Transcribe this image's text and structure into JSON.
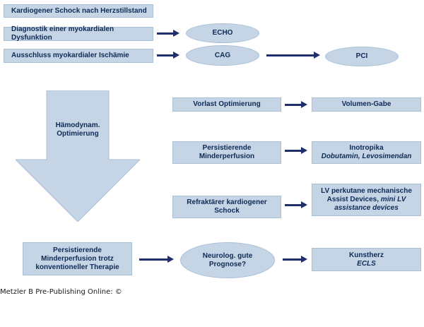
{
  "nodes": {
    "title": "Kardiogener Schock nach Herzstillstand",
    "diagnostik": "Diagnostik einer myokardialen Dysfunktion",
    "ausschluss": "Ausschluss myokardialer Ischämie",
    "echo": "ECHO",
    "cag": "CAG",
    "pci": "PCI",
    "haemodynam": [
      "Hämodynam.",
      "Optimierung"
    ],
    "vorlast": "Vorlast Optimierung",
    "volumen": "Volumen-Gabe",
    "persistierende": [
      "Persistierende",
      "Minderperfusion"
    ],
    "inotropika": {
      "title": "Inotropika",
      "sub": "Dobutamin, Levosimendan"
    },
    "refraktaer": [
      "Refraktärer kardiogener",
      "Schock"
    ],
    "lv_devices": {
      "line1": "LV perkutane mechanische",
      "line2a": "Assist Devices, ",
      "line2b": "mini LV",
      "line3": "assistance devices"
    },
    "persistierende_trotz": [
      "Persistierende",
      "Minderperfusion trotz",
      "konventioneller Therapie"
    ],
    "neurolog": [
      "Neurolog. gute",
      "Prognose?"
    ],
    "kunstherz": {
      "title": "Kunstherz",
      "sub": "ECLS"
    }
  },
  "credit": "Metzler B Pre-Publishing Online: ©",
  "colors": {
    "box_fill": "#c5d5e6",
    "box_border": "#a9bfd6",
    "text": "#0e2a55",
    "arrow": "#1f2f6d"
  }
}
